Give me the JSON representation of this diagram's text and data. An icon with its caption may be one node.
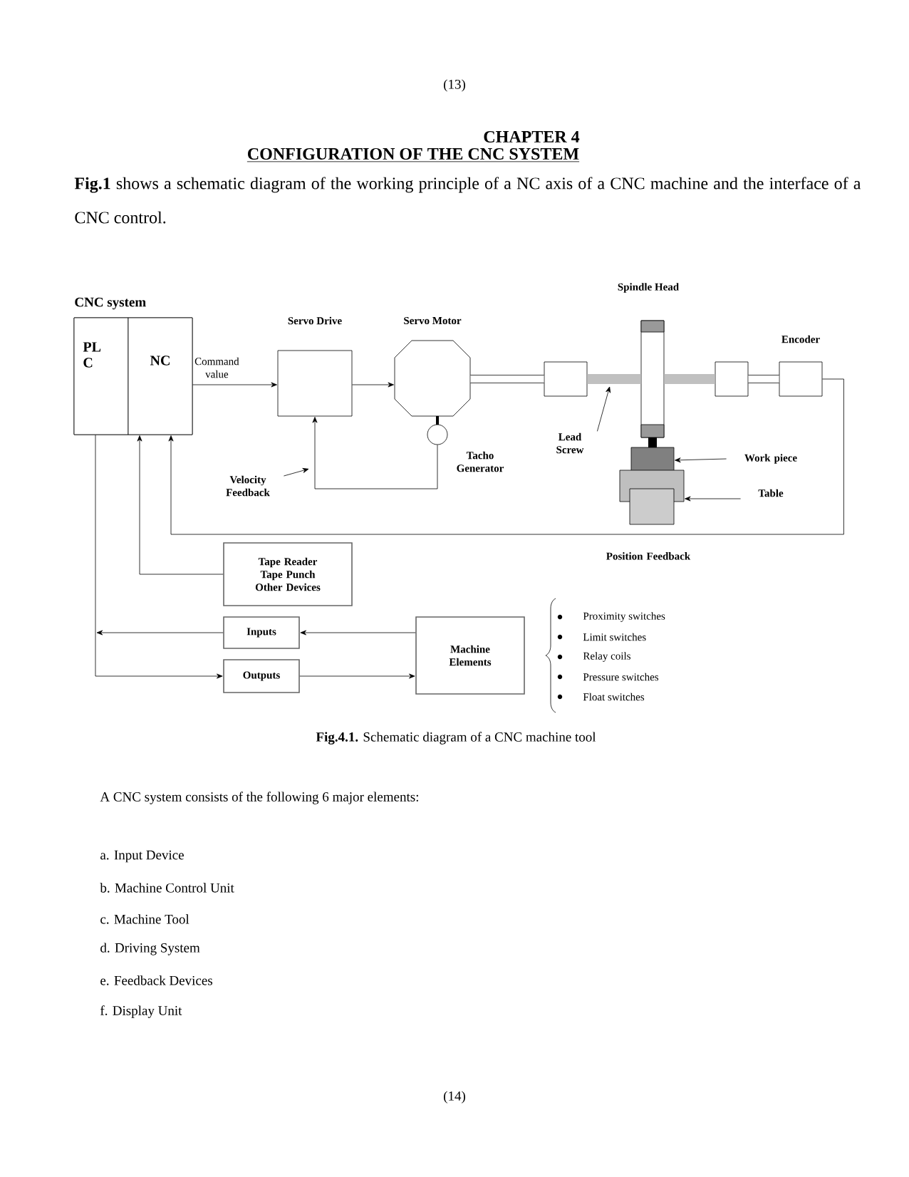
{
  "diagram": {
    "title": "CONFIGURATION OF THE CNC SYSTEM",
    "caption": "**Fig.4.1.** Schematic diagram of a CNC machine tool",
    "nodes": [
      {
        "text": [
          "CNC system"
        ]
      },
      {
        "text": [
          "PL C"
        ],
        "in": 0
      },
      {
        "text": [
          "NC"
        ],
        "in": 0
      },
      {
        "text": [
          "Servo Drive"
        ]
      },
      {
        "text": [
          "Servo Motor"
        ]
      },
      {
        "text": [
          "Tacho Generator"
        ]
      },
      {
        "text": [],
        "shape": "box"
      },
      {
        "text": [
          "Spindle Head"
        ]
      },
      {
        "text": [],
        "shape": "box"
      },
      {
        "text": [
          "Encoder"
        ]
      },
      {
        "text": [
          "Lead Screw"
        ]
      },
      {
        "text": [
          "Velocity Feedback"
        ]
      },
      {
        "text": [
          "Work piece"
        ]
      },
      {
        "text": [],
        "shape": "box"
      },
      {
        "text": [
          "Table"
        ]
      },
      {
        "text": [],
        "shape": "box"
      },
      {
        "text": [
          "Tape Reader Tape Punch Other Devices"
        ]
      },
      {
        "text": [
          "Inputs"
        ]
      },
      {
        "text": [
          "Outputs"
        ]
      },
      {
        "text": [
          "Machine Elements"
        ]
      }
    ],
    "edges": [
      {
        "from": 2,
        "to": 3,
        "arrow": "to",
        "label": "Command value"
      },
      {
        "from": 3,
        "to": 4,
        "arrow": "to"
      },
      {
        "from": 5,
        "to": 3,
        "arrow": "to"
      },
      {
        "from": 4,
        "to": 6,
        "arrow": "none",
        "style": "thick"
      },
      {
        "from": 6,
        "to": 7,
        "arrow": "none",
        "style": "thick",
        "color": "#c0c0c0"
      },
      {
        "from": 7,
        "to": 8,
        "arrow": "none",
        "style": "thick",
        "color": "#c0c0c0"
      },
      {
        "from": 8,
        "to": 9,
        "arrow": "none",
        "style": "thick"
      },
      {
        "from": 9,
        "to": 2,
        "arrow": "to",
        "label": "Position Feedback"
      },
      {
        "from": 16,
        "to": 2,
        "arrow": "to"
      },
      {
        "from": 17,
        "to": null,
        "arrow": "to"
      },
      {
        "from": 19,
        "to": 17,
        "arrow": "to"
      },
      {
        "from": 1,
        "to": 18,
        "arrow": "to"
      },
      {
        "from": 18,
        "to": 19,
        "arrow": "to"
      },
      {
        "from": 12,
        "to": 13,
        "arrow": "to"
      },
      {
        "from": 14,
        "to": 15,
        "arrow": "to"
      },
      {
        "from": 10,
        "to": null,
        "arrow": "to"
      },
      {
        "from": 11,
        "to": null,
        "arrow": "to"
      }
    ],
    "labels": [
      "(13)",
      "CHAPTER 4",
      "**Fig.1** shows a schematic diagram of the working principle of a NC axis of a CNC machine and the interface of a CNC control.",
      "Proximity switches",
      "Limit switches",
      "Relay coils",
      "Pressure switches",
      "Float switches",
      "A CNC system consists of the following 6 major elements:",
      "a. Input Device",
      "b. Machine Control Unit",
      "c. Machine Tool",
      "d. Driving System",
      "e. Feedback Devices",
      "f. Display Unit",
      "(14)"
    ]
  }
}
